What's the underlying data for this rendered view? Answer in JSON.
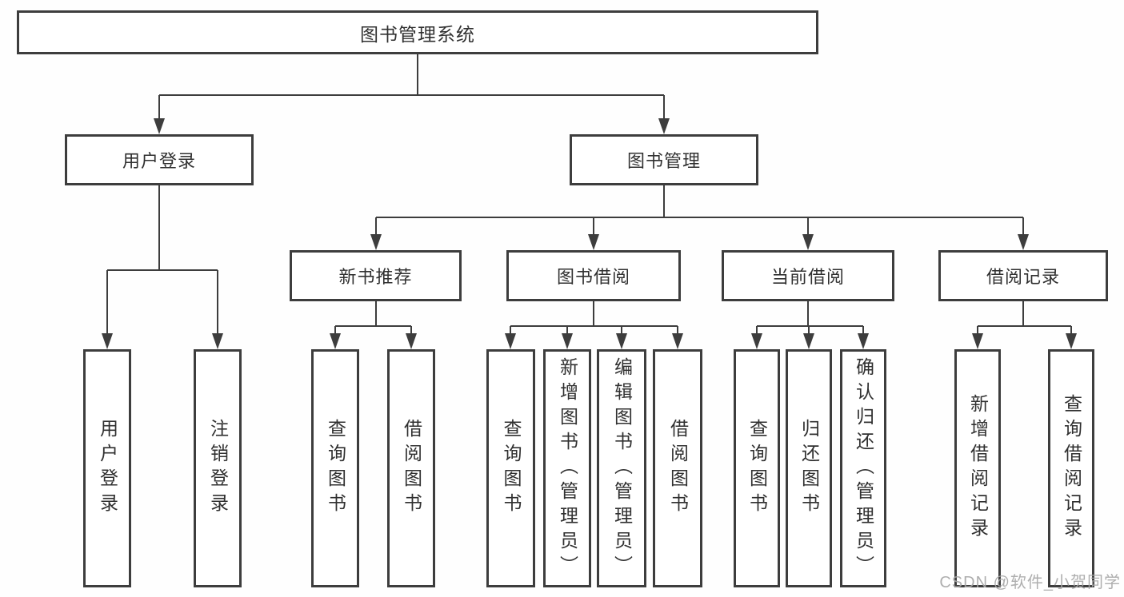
{
  "tree": {
    "label": "图书管理系统",
    "children": [
      {
        "label": "用户登录",
        "children": [
          {
            "label": "用户登录"
          },
          {
            "label": "注销登录"
          }
        ]
      },
      {
        "label": "图书管理",
        "children": [
          {
            "label": "新书推荐",
            "children": [
              {
                "label": "查询图书"
              },
              {
                "label": "借阅图书"
              }
            ]
          },
          {
            "label": "图书借阅",
            "children": [
              {
                "label": "查询图书"
              },
              {
                "label": "新增图书（管理员）"
              },
              {
                "label": "编辑图书（管理员）"
              },
              {
                "label": "借阅图书"
              }
            ]
          },
          {
            "label": "当前借阅",
            "children": [
              {
                "label": "查询图书"
              },
              {
                "label": "归还图书"
              },
              {
                "label": "确认归还（管理员）"
              }
            ]
          },
          {
            "label": "借阅记录",
            "children": [
              {
                "label": "新增借阅记录"
              },
              {
                "label": "查询借阅记录"
              }
            ]
          }
        ]
      }
    ]
  },
  "watermark": {
    "text": "CSDN @软件_小贺同学"
  },
  "colors": {
    "line": "#3d3d3d",
    "text": "#303030",
    "watermark": "#a8a8a8"
  }
}
